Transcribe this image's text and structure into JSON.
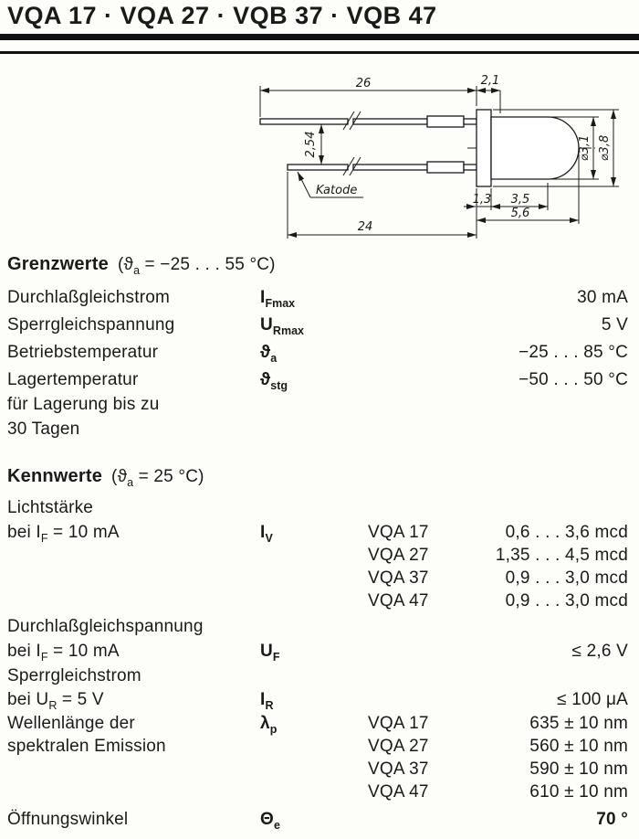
{
  "header": {
    "title": "VQA 17 · VQA 27 · VQB 37 · VQB 47"
  },
  "drawing": {
    "dims": {
      "lead_top": "26",
      "flange": "2,1",
      "pitch": "2,54",
      "cathode_label": "Katode",
      "base": "1,3",
      "body": "3,5",
      "total": "5,6",
      "lead_bottom": "24",
      "dia_lens": "⌀3,1",
      "dia_flange": "⌀3,8"
    }
  },
  "grenzwerte": {
    "heading": "Grenzwerte",
    "cond_pre": "(ϑ",
    "cond_sub": "a",
    "cond_post": " = −25 . . . 55 °C)",
    "rows": [
      {
        "label": "Durchlaßgleichstrom",
        "sym": "I",
        "sub": "Fmax",
        "value": "30 mA"
      },
      {
        "label": "Sperrgleichspannung",
        "sym": "U",
        "sub": "Rmax",
        "value": "5 V"
      },
      {
        "label": "Betriebstemperatur",
        "sym": "ϑ",
        "sub": "a",
        "value": "−25 . . . 85 °C"
      },
      {
        "label": "Lagertemperatur",
        "label2": "für Lagerung bis zu",
        "label3": "30 Tagen",
        "sym": "ϑ",
        "sub": "stg",
        "value": "−50 . . . 50 °C"
      }
    ]
  },
  "kennwerte": {
    "heading": "Kennwerte",
    "cond_pre": "(ϑ",
    "cond_sub": "a",
    "cond_post": " = 25 °C)",
    "lichtstaerke": {
      "label1": "Lichtstärke",
      "label2_pre": "bei I",
      "label2_sub": "F",
      "label2_post": " = 10 mA",
      "sym": "I",
      "sub": "V",
      "variants": [
        {
          "name": "VQA 17",
          "value": "0,6 . . . 3,6 mcd"
        },
        {
          "name": "VQA 27",
          "value": "1,35 . . . 4,5 mcd"
        },
        {
          "name": "VQA 37",
          "value": "0,9 . . . 3,0 mcd"
        },
        {
          "name": "VQA 47",
          "value": "0,9 . . . 3,0 mcd"
        }
      ]
    },
    "durchlass": {
      "label1": "Durchlaßgleichspannung",
      "label2_pre": "bei I",
      "label2_sub": "F",
      "label2_post": " = 10 mA",
      "sym": "U",
      "sub": "F",
      "value": "≤ 2,6 V"
    },
    "sperr": {
      "label1": "Sperrgleichstrom",
      "label2_pre": "bei U",
      "label2_sub": "R",
      "label2_post": " = 5 V",
      "sym": "I",
      "sub": "R",
      "value": "≤ 100 μA"
    },
    "wellenlaenge": {
      "label1": "Wellenlänge der",
      "label2": "spektralen Emission",
      "sym": "λ",
      "sub": "p",
      "variants": [
        {
          "name": "VQA 17",
          "value": "635 ± 10 nm"
        },
        {
          "name": "VQA 27",
          "value": "560 ± 10 nm"
        },
        {
          "name": "VQA 37",
          "value": "590 ± 10 nm"
        },
        {
          "name": "VQA 47",
          "value": "610 ± 10 nm"
        }
      ]
    },
    "oeffnung": {
      "label": "Öffnungswinkel",
      "sym": "Θ",
      "sub": "e",
      "value": "70 °"
    }
  }
}
